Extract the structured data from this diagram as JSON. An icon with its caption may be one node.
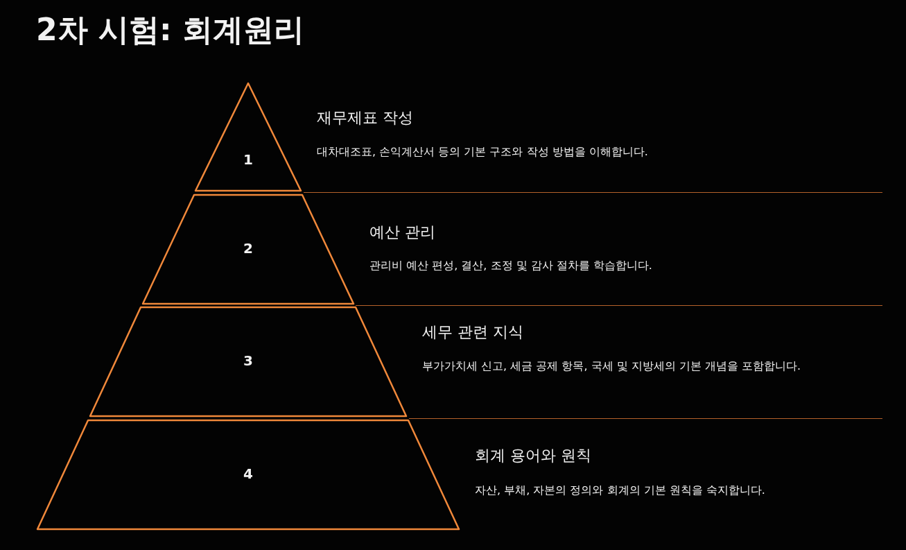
{
  "diagram": {
    "title": "2차 시험: 회계원리",
    "nodes": [
      {
        "text": [
          "1"
        ],
        "beside": [
          "재무제표 작성",
          "대차대조표, 손익계산서 등의 기본 구조와 작성 방법을 이해합니다."
        ]
      },
      {
        "text": [
          "2"
        ],
        "beside": [
          "예산 관리",
          "관리비 예산 편성, 결산, 조정 및 감사 절차를 학습합니다."
        ]
      },
      {
        "text": [
          "3"
        ],
        "beside": [
          "세무 관련 지식",
          "부가가치세 신고, 세금 공제 항목, 국세 및 지방세의 기본 개념을 포함합니다."
        ]
      },
      {
        "text": [
          "4"
        ],
        "beside": [
          "회계 용어와 원칙",
          "자산, 부채, 자본의 정의와 회계의 기본 원칙을 숙지합니다."
        ]
      }
    ]
  }
}
